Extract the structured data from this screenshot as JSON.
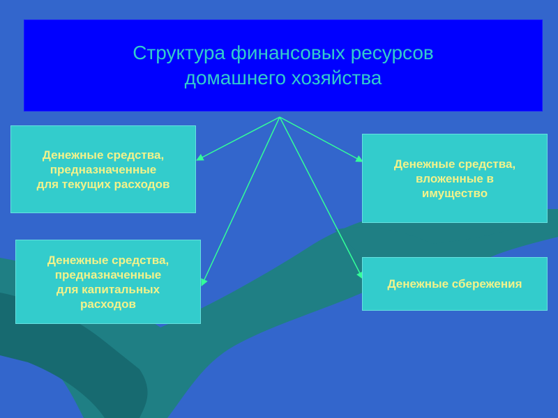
{
  "title": "Структура финансовых ресурсов\nдомашнего хозяйства",
  "boxes": {
    "current_expenses": "Денежные средства,\nпредназначенные\nдля текущих расходов",
    "property": "Денежные средства,\nвложенные в\nимущество",
    "capital_expenses": "Денежные средства,\nпредназначенные\nдля капитальных\nрасходов",
    "savings": "Денежные сбережения"
  },
  "colors": {
    "background": "#3366cc",
    "title_box": "#0000ff",
    "title_text": "#33cccc",
    "box_fill": "#33cccc",
    "box_text": "#f2f28a",
    "arrow": "#33ff99"
  }
}
